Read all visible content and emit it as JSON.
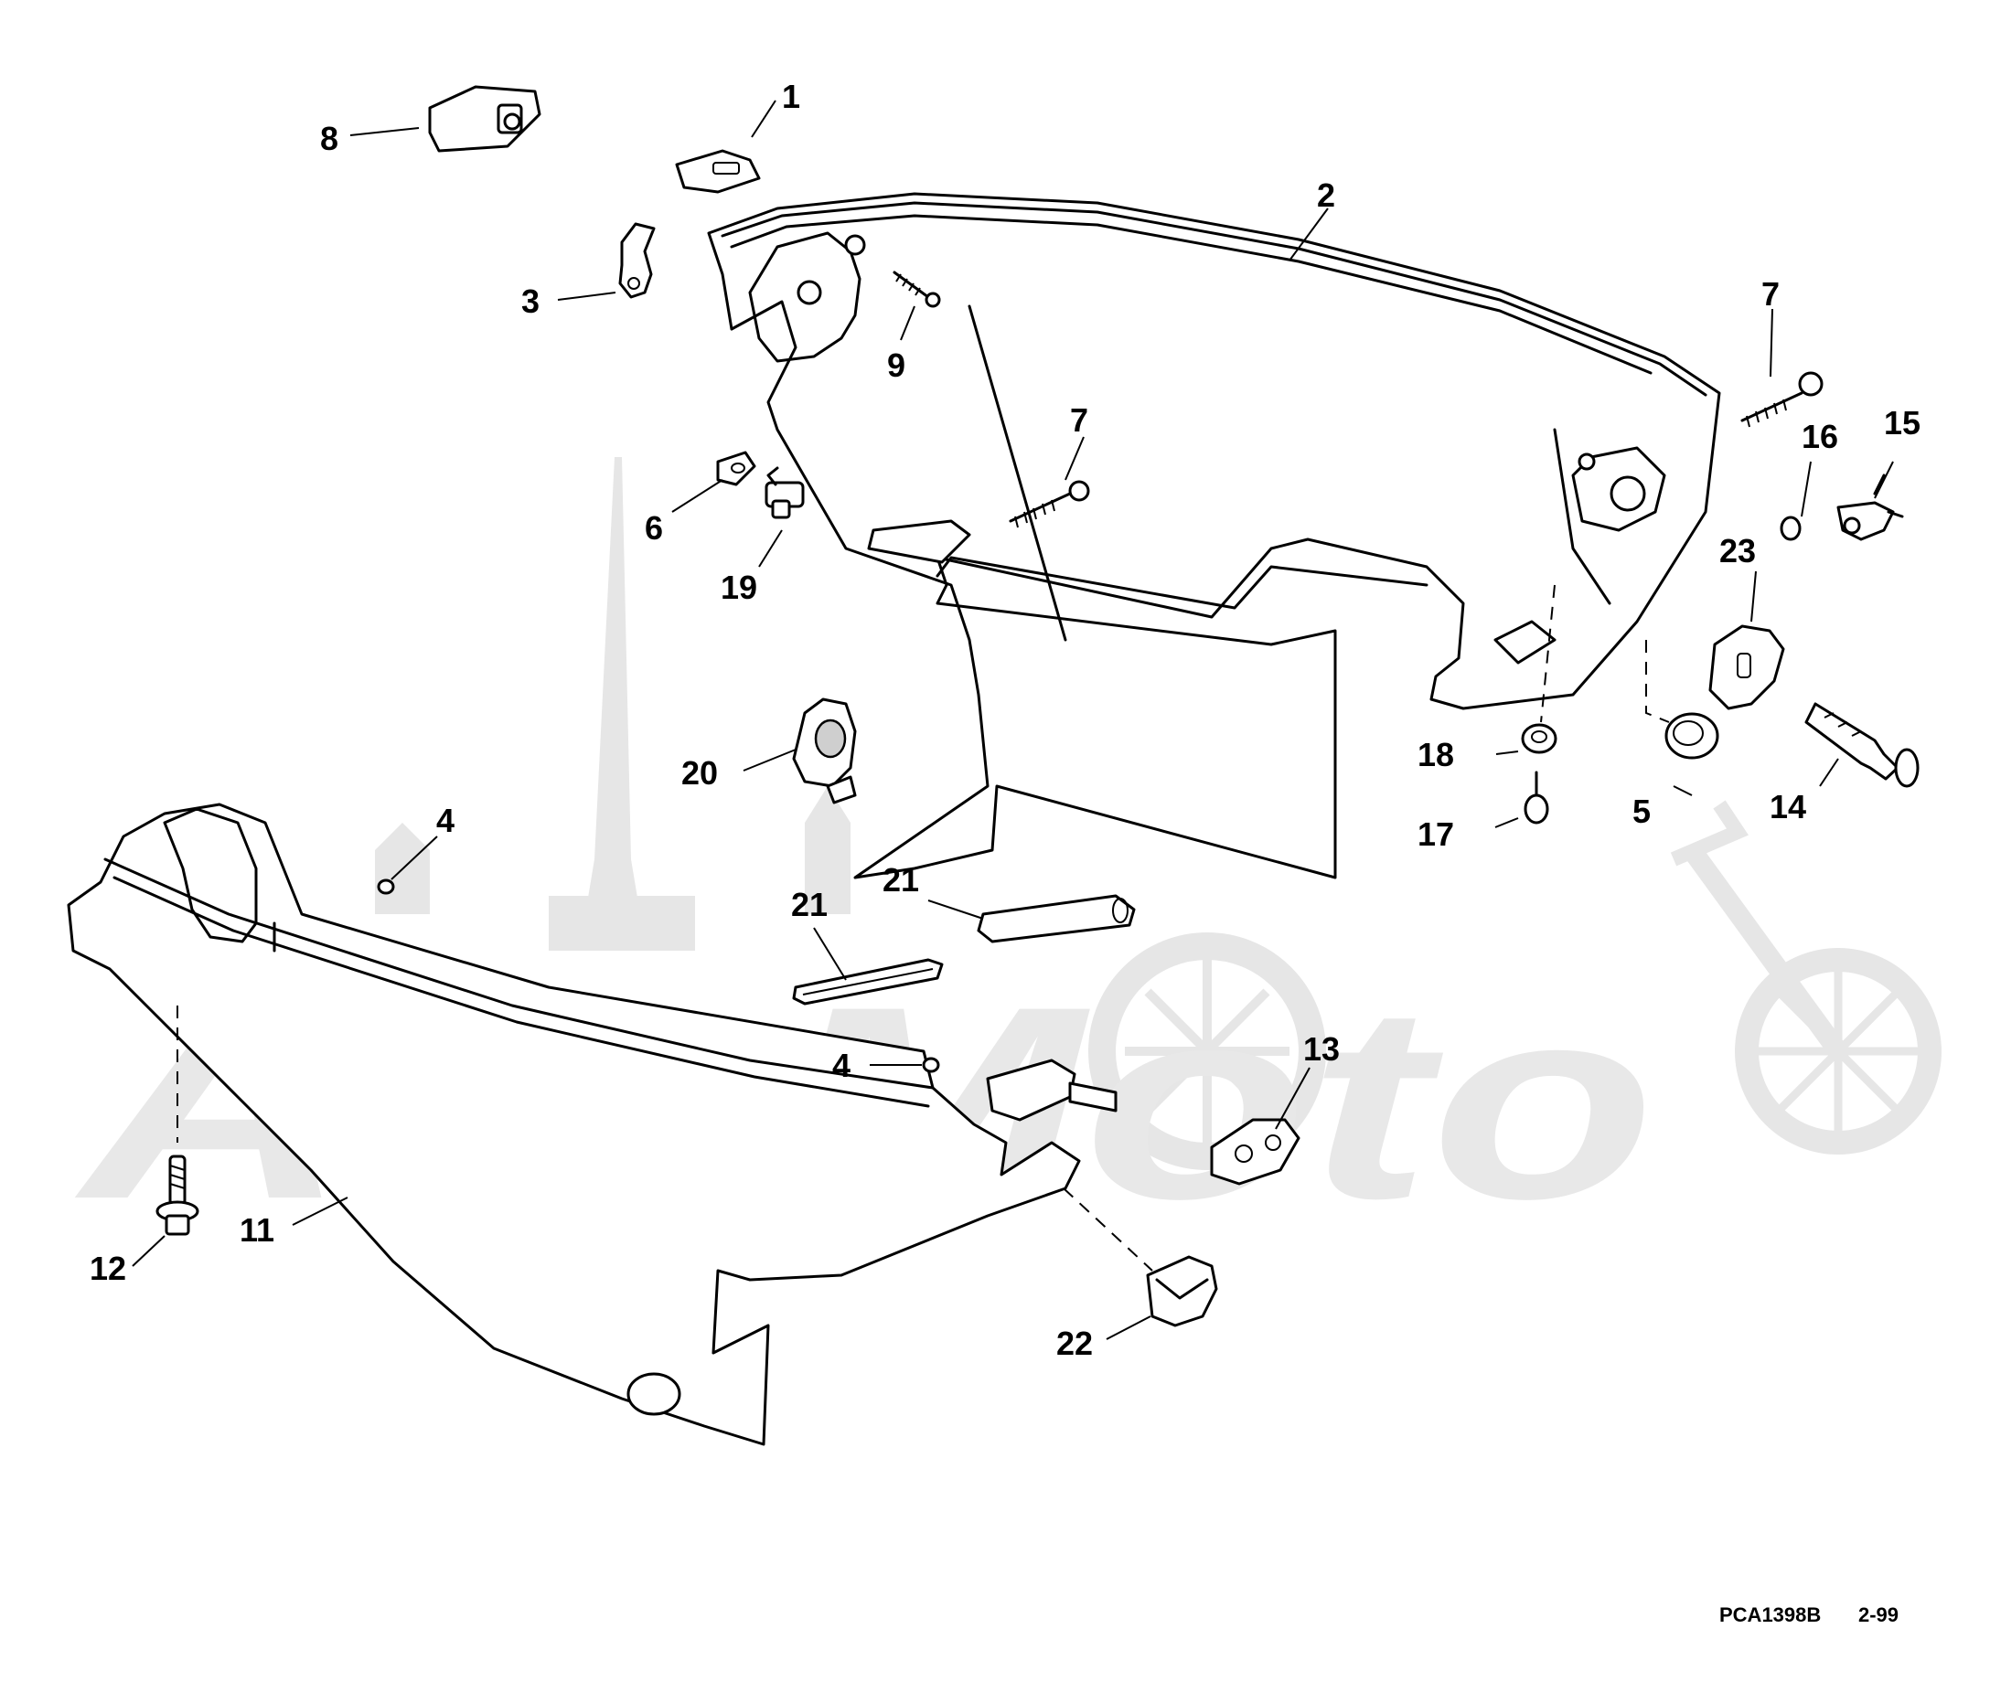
{
  "diagram": {
    "type": "exploded-parts-diagram",
    "callouts": {
      "c1": "1",
      "c2": "2",
      "c3": "3",
      "c4a": "4",
      "c4b": "4",
      "c5": "5",
      "c6": "6",
      "c7a": "7",
      "c7b": "7",
      "c8": "8",
      "c9": "9",
      "c11": "11",
      "c12": "12",
      "c13": "13",
      "c14": "14",
      "c15": "15",
      "c16": "16",
      "c17": "17",
      "c18": "18",
      "c19": "19",
      "c20": "20",
      "c21a": "21",
      "c21b": "21",
      "c22": "22",
      "c23": "23"
    },
    "drawing_ref": "PCA1398B",
    "drawing_date": "2-99",
    "watermark": {
      "text": "AenMoto",
      "icons": [
        "cathedral-spire-icon",
        "motorcycle-icon"
      ]
    }
  },
  "colors": {
    "ink": "#000000",
    "paper": "#ffffff",
    "watermark": "#e6e6e6"
  }
}
